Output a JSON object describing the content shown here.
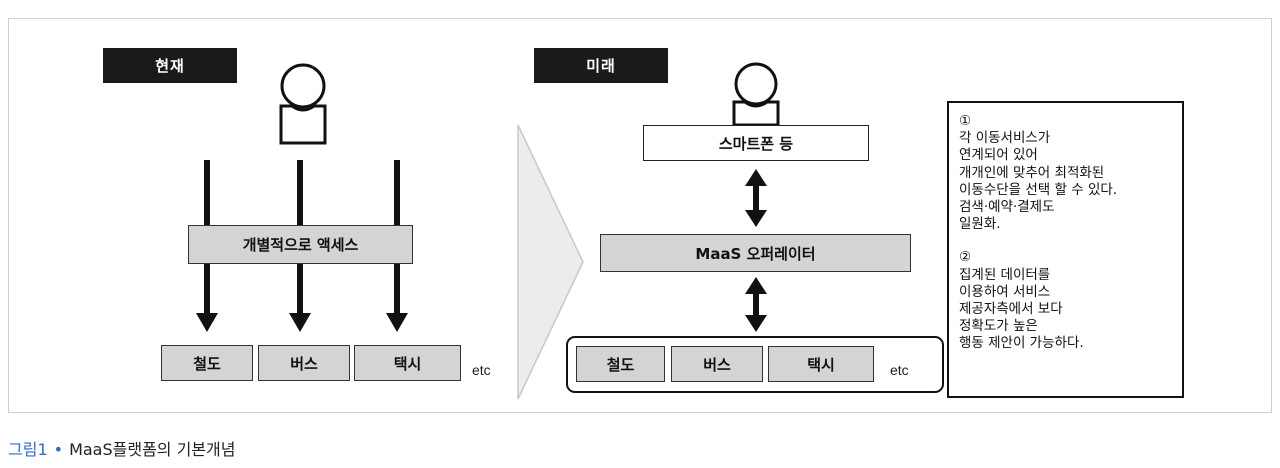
{
  "present": {
    "tag": "현재",
    "access_label": "개별적으로 액세스",
    "modes": [
      "철도",
      "버스",
      "택시"
    ],
    "etc": "etc"
  },
  "future": {
    "tag": "미래",
    "smartphone_label": "스마트폰 등",
    "operator_label": "MaaS 오퍼레이터",
    "modes": [
      "철도",
      "버스",
      "택시"
    ],
    "etc": "etc"
  },
  "note": {
    "lines": [
      "①",
      "각 이동서비스가",
      "연계되어 있어",
      "개개인에 맞추어 최적화된",
      "이동수단을 선택 할 수 있다.",
      "검색·예약·결제도",
      "일원화.",
      "",
      "②",
      "집계된 데이터를",
      "이용하여 서비스",
      "제공자측에서 보다",
      "정확도가 높은",
      "행동 제안이 가능하다."
    ]
  },
  "caption": {
    "label": "그림1",
    "separator": "•",
    "text": "MaaS플랫폼의 기본개념"
  }
}
